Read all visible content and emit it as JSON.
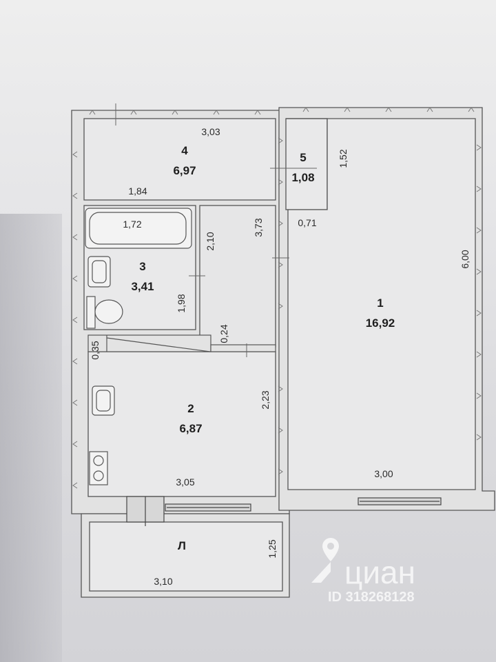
{
  "rooms": [
    {
      "number": "1",
      "area": "16,92"
    },
    {
      "number": "2",
      "area": "6,87"
    },
    {
      "number": "3",
      "area": "3,41"
    },
    {
      "number": "4",
      "area": "6,97"
    },
    {
      "number": "5",
      "area": "1,08"
    },
    {
      "number": "Л"
    }
  ],
  "dimensions": {
    "room4_top": "3,03",
    "room4_bottom": "1,84",
    "room5_side": "1,52",
    "room5_bottom": "0,71",
    "corridor_height": "3,73",
    "bathtub": "1,72",
    "bath_height": "2,10",
    "bath_lower": "1,98",
    "step": "0,24",
    "partition": "0,35",
    "kitchen_height": "2,23",
    "kitchen_width": "3,05",
    "room1_height": "6,00",
    "room1_width": "3,00",
    "balcony_height": "1,25",
    "balcony_width": "3,10"
  },
  "watermark": {
    "brand": "циан",
    "id": "ID 318268128"
  }
}
